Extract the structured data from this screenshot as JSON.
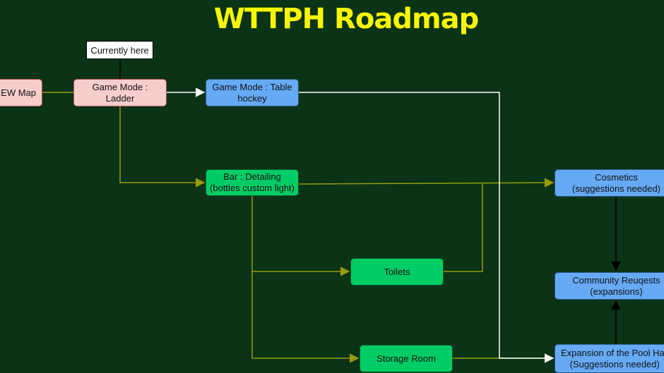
{
  "title": "WTTPH Roadmap",
  "note": "Currently here",
  "nodes": {
    "new_map": "NEW Map",
    "ladder": "Game Mode : Ladder",
    "table_hockey": "Game Mode : Table\nhockey",
    "bar": "Bar : Detailing\n(bottles custom light)",
    "toilets": "Toilets",
    "storage": "Storage Room",
    "cosmetics": "Cosmetics\n(suggestions needed)",
    "community": "Community Reuqests\n(expansions)",
    "expansion": "Expansion of the Pool Hall\n(Suggestions needed)"
  },
  "colors": {
    "background": "#0b3315",
    "title": "#f7f700",
    "link_olive": "#9a9a10",
    "link_white": "#ffffff",
    "link_black": "#000000",
    "node_pink": "#f8cecc",
    "node_blue": "#66aaf5",
    "node_green": "#00cc66"
  }
}
